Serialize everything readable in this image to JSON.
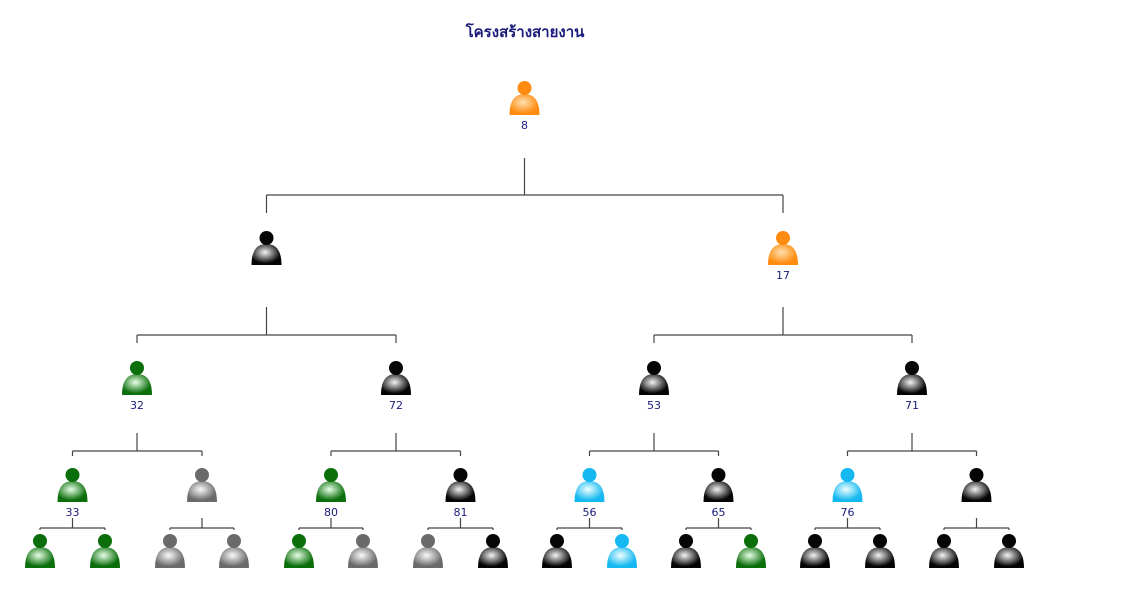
{
  "title": "โครงสร้างสายงาน",
  "colors": {
    "orange": [
      "#ffe0b0",
      "#ff8c10"
    ],
    "black": [
      "#f4f4f4",
      "#050505"
    ],
    "green": [
      "#e8ffe8",
      "#0a6e0a"
    ],
    "gray": [
      "#fafafa",
      "#6a6a6a"
    ],
    "cyan": [
      "#f0ffff",
      "#15b8f0"
    ]
  },
  "nodes": [
    {
      "id": "n1",
      "label": "8",
      "color": "orange",
      "icon": "person-icon"
    },
    {
      "id": "n2",
      "label": "",
      "color": "black",
      "icon": "person-icon"
    },
    {
      "id": "n3",
      "label": "17",
      "color": "orange",
      "icon": "person-icon"
    },
    {
      "id": "n4",
      "label": "32",
      "color": "green",
      "icon": "person-icon"
    },
    {
      "id": "n5",
      "label": "72",
      "color": "black",
      "icon": "person-icon"
    },
    {
      "id": "n6",
      "label": "53",
      "color": "black",
      "icon": "person-icon"
    },
    {
      "id": "n7",
      "label": "71",
      "color": "black",
      "icon": "person-icon"
    },
    {
      "id": "n8",
      "label": "33",
      "color": "green",
      "icon": "person-icon"
    },
    {
      "id": "n9",
      "label": "",
      "color": "gray",
      "icon": "person-icon"
    },
    {
      "id": "n10",
      "label": "80",
      "color": "green",
      "icon": "person-icon"
    },
    {
      "id": "n11",
      "label": "81",
      "color": "black",
      "icon": "person-icon"
    },
    {
      "id": "n12",
      "label": "56",
      "color": "cyan",
      "icon": "person-icon"
    },
    {
      "id": "n13",
      "label": "65",
      "color": "black",
      "icon": "person-icon"
    },
    {
      "id": "n14",
      "label": "76",
      "color": "cyan",
      "icon": "person-icon"
    },
    {
      "id": "n15",
      "label": "",
      "color": "black",
      "icon": "person-icon"
    },
    {
      "id": "n16",
      "label": "",
      "color": "green",
      "icon": "person-icon"
    },
    {
      "id": "n17",
      "label": "",
      "color": "green",
      "icon": "person-icon"
    },
    {
      "id": "n18",
      "label": "",
      "color": "gray",
      "icon": "person-icon"
    },
    {
      "id": "n19",
      "label": "",
      "color": "gray",
      "icon": "person-icon"
    },
    {
      "id": "n20",
      "label": "",
      "color": "green",
      "icon": "person-icon"
    },
    {
      "id": "n21",
      "label": "",
      "color": "gray",
      "icon": "person-icon"
    },
    {
      "id": "n22",
      "label": "",
      "color": "gray",
      "icon": "person-icon"
    },
    {
      "id": "n23",
      "label": "",
      "color": "black",
      "icon": "person-icon"
    },
    {
      "id": "n24",
      "label": "",
      "color": "black",
      "icon": "person-icon"
    },
    {
      "id": "n25",
      "label": "",
      "color": "cyan",
      "icon": "person-icon"
    },
    {
      "id": "n26",
      "label": "",
      "color": "black",
      "icon": "person-icon"
    },
    {
      "id": "n27",
      "label": "",
      "color": "green",
      "icon": "person-icon"
    },
    {
      "id": "n28",
      "label": "",
      "color": "black",
      "icon": "person-icon"
    },
    {
      "id": "n29",
      "label": "",
      "color": "black",
      "icon": "person-icon"
    },
    {
      "id": "n30",
      "label": "",
      "color": "black",
      "icon": "person-icon"
    },
    {
      "id": "n31",
      "label": "",
      "color": "black",
      "icon": "person-icon"
    }
  ]
}
